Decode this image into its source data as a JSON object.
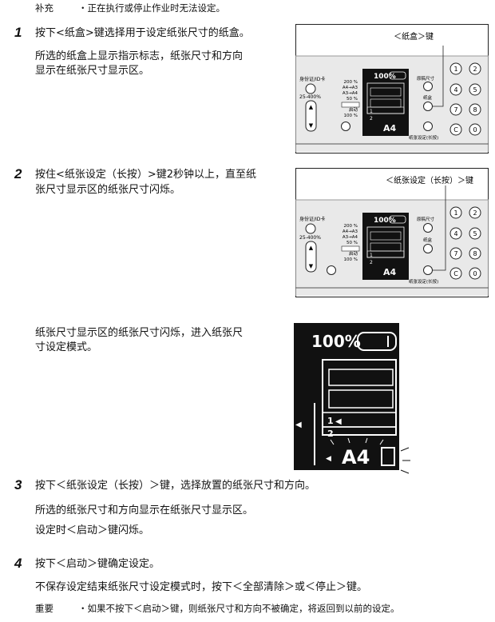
{
  "note": {
    "label": "补充",
    "text": "・正在执行或停止作业时无法设定。"
  },
  "step1": {
    "number": "1",
    "line1": "按下<纸盒>键选择用于设定纸张尺寸的纸盒。",
    "line2": "所选的纸盒上显示指示标志，纸张尺寸和方向",
    "line3": "显示在纸张尺寸显示区。"
  },
  "step2": {
    "number": "2",
    "line1": "按住<纸张设定（长按）>键2秒钟以上，直至纸",
    "line2": "张尺寸显示区的纸张尺寸闪烁。",
    "line3": "纸张尺寸显示区的纸张尺寸闪烁，进入纸张尺",
    "line4": "寸设定模式。"
  },
  "step3": {
    "number": "3",
    "line1": "按下＜纸张设定（长按）＞键，选择放置的纸张尺寸和方向。",
    "line2": "所选的纸张尺寸和方向显示在纸张尺寸显示区。",
    "line3": "设定时＜启动＞键闪烁。"
  },
  "step4": {
    "number": "4",
    "line1": "按下＜启动＞键确定设定。",
    "line2": "不保存设定结束纸张尺寸设定模式时，按下＜全部清除＞或＜停止＞键。"
  },
  "important": {
    "label": "重要",
    "text": "・如果不按下＜启动＞键，则纸张尺寸和方向不被确定，将返回到以前的设定。"
  },
  "panel": {
    "id_card": "身份证/ID卡",
    "zoom_range": "25-400%",
    "zoom_presets": [
      "200 %",
      "A4→A3",
      "A3→A4",
      "50 %",
      "%",
      "启动",
      "100 %"
    ],
    "zoom_readout": "100%",
    "paper_size": "A4",
    "tray_numbers": [
      "1",
      "2"
    ],
    "original_size": "原稿尺寸",
    "tray": "纸盒",
    "paper_setting": "纸张设定(长按)",
    "keys": [
      "1",
      "2",
      "4",
      "5",
      "7",
      "8",
      "C",
      "0"
    ]
  },
  "callouts": {
    "tray_key": "＜纸盒＞键",
    "paper_setting_key": "＜纸张设定（长按）＞键"
  }
}
